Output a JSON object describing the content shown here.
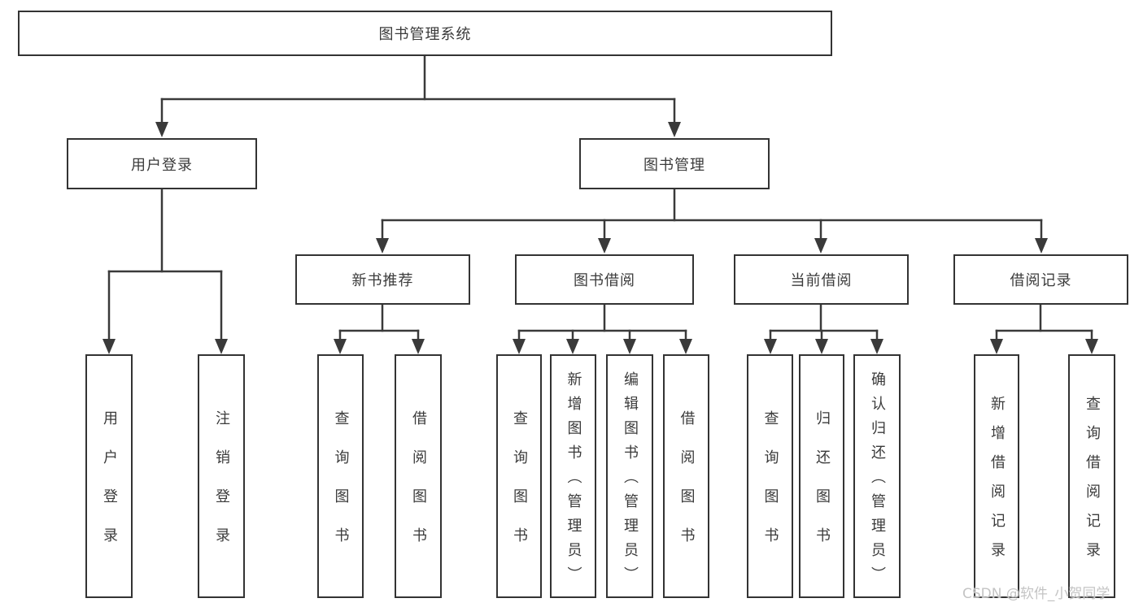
{
  "colors": {
    "line": "#3a3a3a",
    "box_border": "#333333",
    "text": "#3b3b3b",
    "watermark": "#c4c4c4"
  },
  "watermark": {
    "text": "CSDN @软件_小贺同学"
  },
  "tree": {
    "label": "图书管理系统",
    "children": [
      {
        "label": "用户登录",
        "children": [
          {
            "label": "用户登录"
          },
          {
            "label": "注销登录"
          }
        ]
      },
      {
        "label": "图书管理",
        "children": [
          {
            "label": "新书推荐",
            "children": [
              {
                "label": "查询图书"
              },
              {
                "label": "借阅图书"
              }
            ]
          },
          {
            "label": "图书借阅",
            "children": [
              {
                "label": "查询图书"
              },
              {
                "label": "新增图书（管理员）"
              },
              {
                "label": "编辑图书（管理员）"
              },
              {
                "label": "借阅图书"
              }
            ]
          },
          {
            "label": "当前借阅",
            "children": [
              {
                "label": "查询图书"
              },
              {
                "label": "归还图书"
              },
              {
                "label": "确认归还（管理员）"
              }
            ]
          },
          {
            "label": "借阅记录",
            "children": [
              {
                "label": "新增借阅记录"
              },
              {
                "label": "查询借阅记录"
              }
            ]
          }
        ]
      }
    ]
  }
}
